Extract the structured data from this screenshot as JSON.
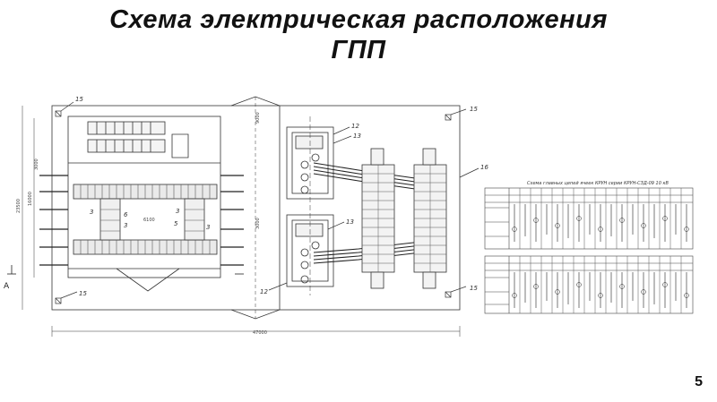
{
  "title_line1": "Схема электрическая расположения",
  "title_line2": "ГПП",
  "page_number": "5",
  "callouts": {
    "c15": "15",
    "c12": "12",
    "c13": "13",
    "c16": "16",
    "c3": "3",
    "c5": "5",
    "c6": "6",
    "a": "А"
  },
  "dimensions": {
    "width_total": "47000",
    "height_total": "23500",
    "height_inner": "16000",
    "d1": "3000",
    "d2": "9000",
    "d3": "3000",
    "d4": "6100"
  },
  "table_title": "Схема главных цепей ячеек КРУН серии КРУН-СЗД-09 10 кВ"
}
